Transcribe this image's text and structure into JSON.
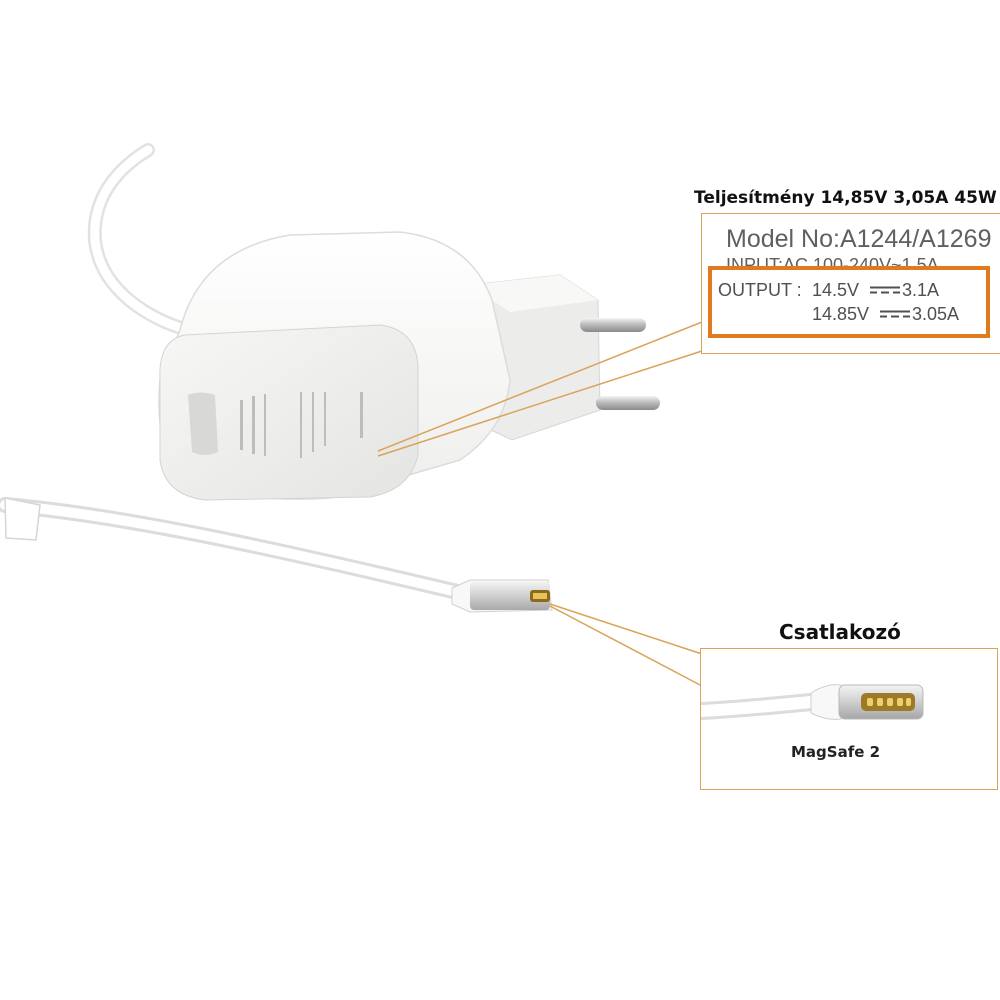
{
  "spec_callout": {
    "title": "Teljesítmény 14,85V 3,05A 45W",
    "label": {
      "model": "Model No:A1244/A1269",
      "input": "INPUT:AC 100-240V~1.5A",
      "output_label": "OUTPUT :",
      "output_v1": "14.5V",
      "output_a1": "3.1A",
      "output_v2": "14.85V",
      "output_a2": "3.05A"
    }
  },
  "connector_callout": {
    "title": "Csatlakozó",
    "name": "MagSafe 2"
  },
  "colors": {
    "highlight_frame": "#e07a1f",
    "leader_line": "#d9a35a",
    "adapter_body": "#f3f3f1"
  },
  "icons": {
    "dc_symbol": "dc-current-icon"
  }
}
